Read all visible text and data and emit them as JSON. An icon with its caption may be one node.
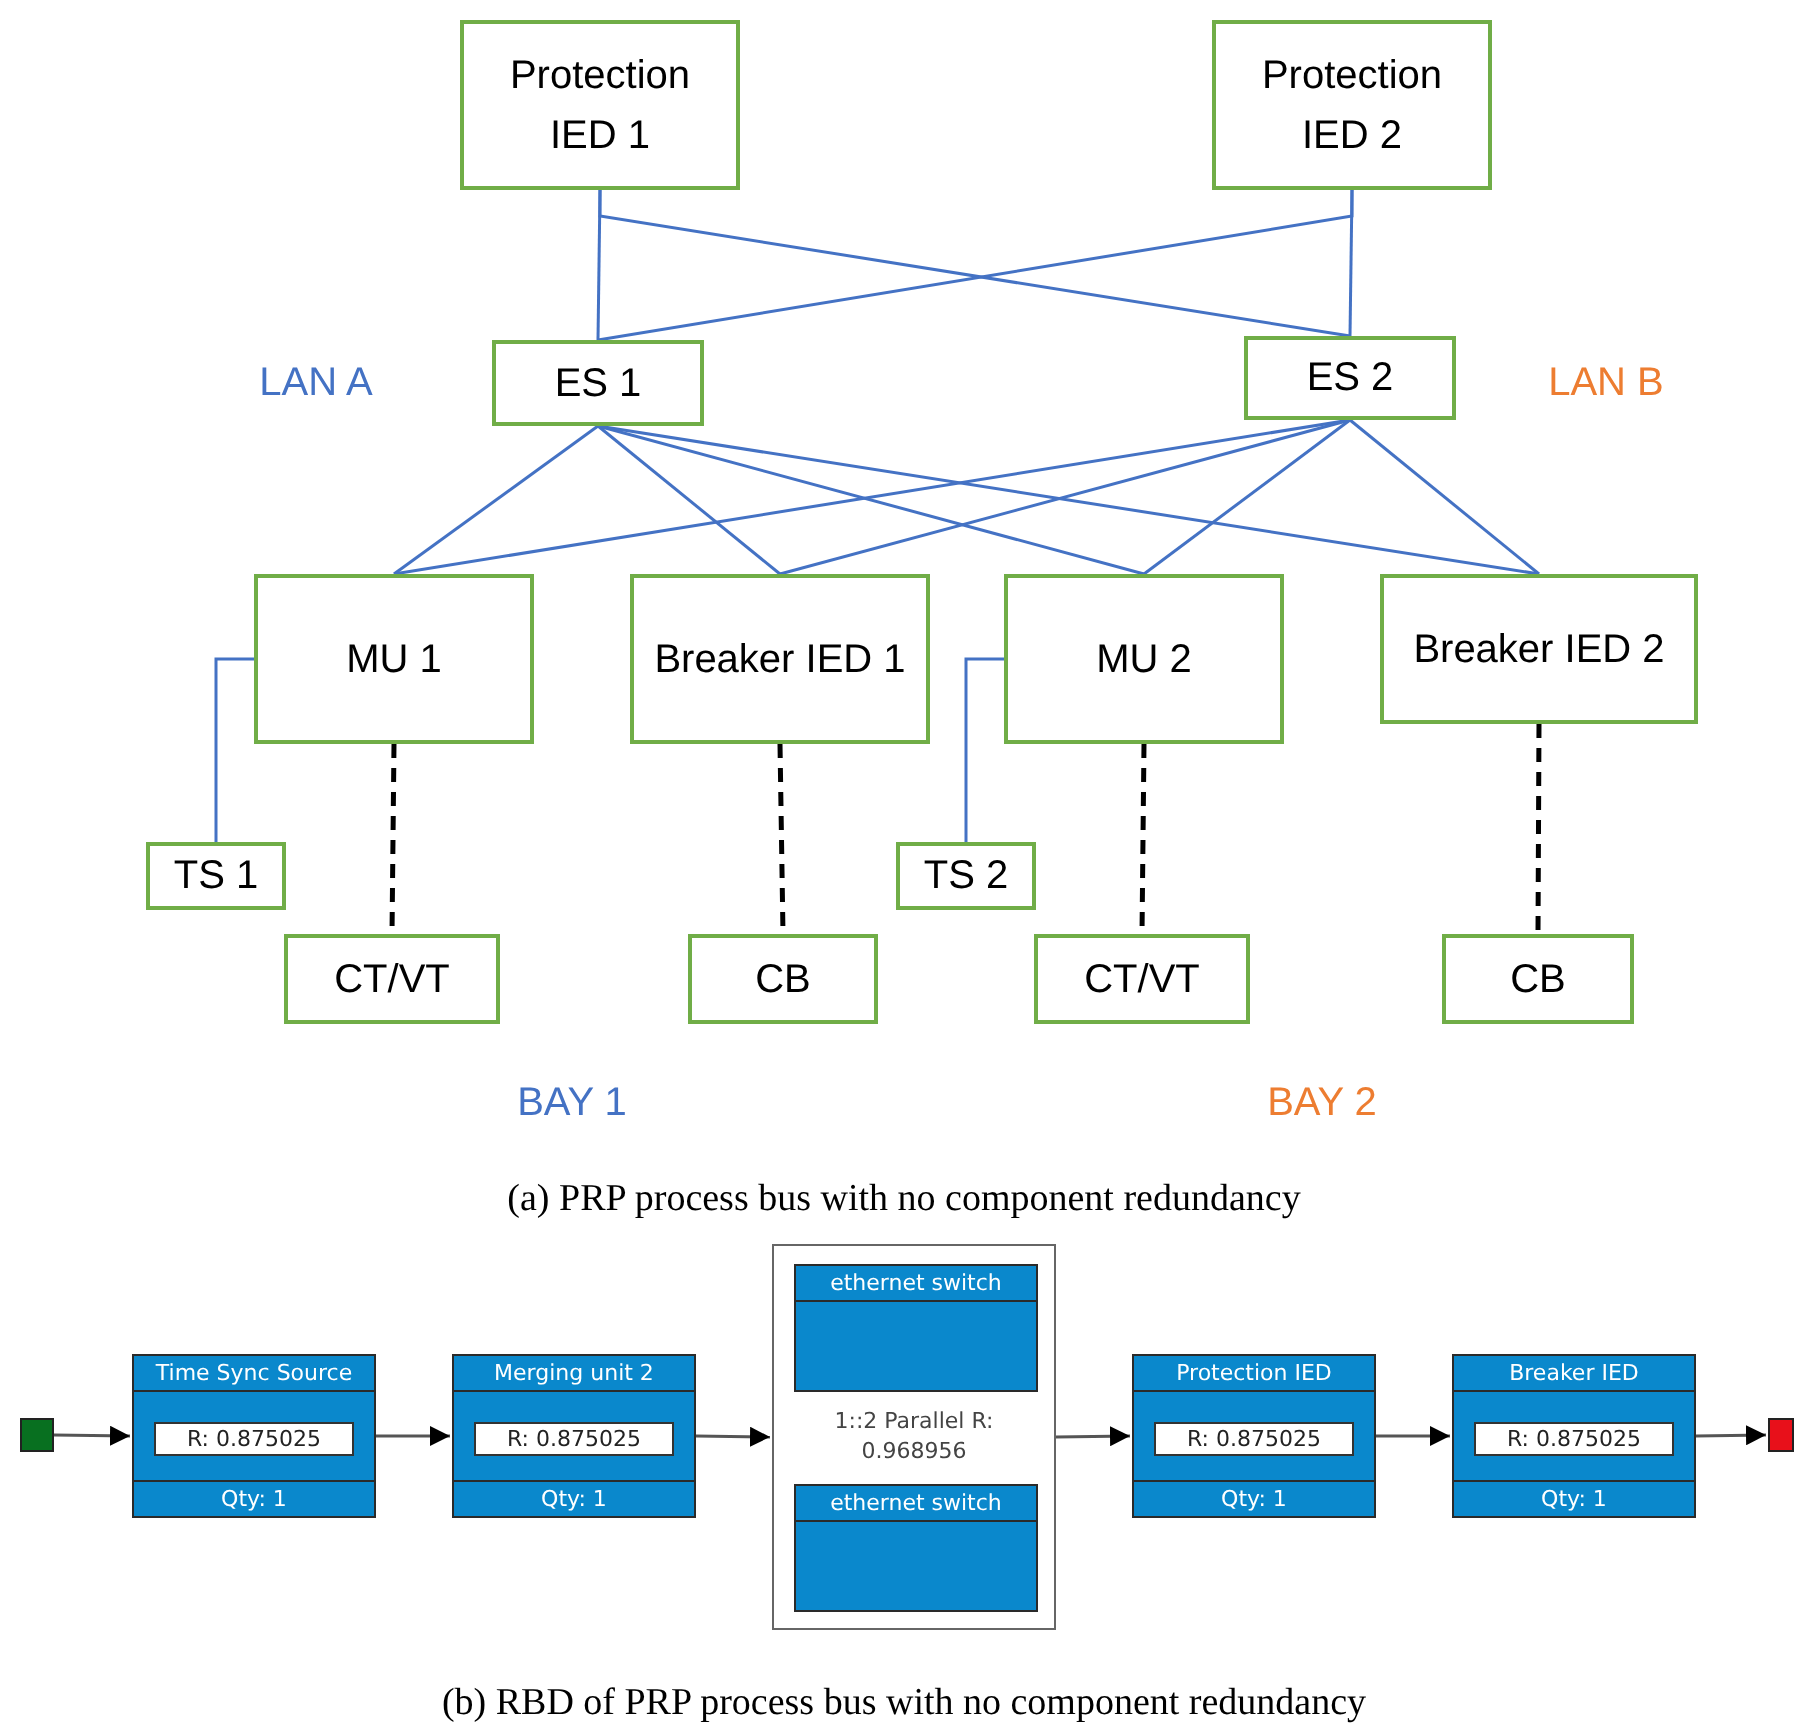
{
  "diagram": {
    "nodes": [
      {
        "text": [
          "Protection IED 1"
        ]
      },
      {
        "text": [
          "Protection IED 2"
        ]
      },
      {
        "text": [
          "ES 1"
        ]
      },
      {
        "text": [
          "ES 2"
        ]
      },
      {
        "text": [
          "MU 1"
        ]
      },
      {
        "text": [
          "Breaker IED 1"
        ]
      },
      {
        "text": [
          "MU 2"
        ]
      },
      {
        "text": [
          "Breaker IED 2"
        ]
      },
      {
        "text": [
          "TS 1"
        ]
      },
      {
        "text": [
          "CT/VT"
        ]
      },
      {
        "text": [
          "CB"
        ]
      },
      {
        "text": [
          "TS 2"
        ]
      },
      {
        "text": [
          "CT/VT"
        ]
      },
      {
        "text": [
          "CB"
        ]
      },
      {
        "text": [],
        "shape": "box"
      },
      {
        "text": [
          "Time Sync Source",
          "R: 0.875025",
          "Qty: 1"
        ]
      },
      {
        "text": [
          "Merging unit 2",
          "R: 0.875025",
          "Qty: 1"
        ]
      },
      {
        "text": [
          "1::2 Parallel R: 0.968956"
        ]
      },
      {
        "text": [
          "ethernet switch"
        ],
        "in": 17
      },
      {
        "text": [
          "ethernet switch"
        ],
        "in": 17
      },
      {
        "text": [
          "Protection IED",
          "R: 0.875025",
          "Qty: 1"
        ]
      },
      {
        "text": [
          "Breaker IED",
          "R: 0.875025",
          "Qty: 1"
        ]
      },
      {
        "text": [],
        "shape": "box"
      }
    ],
    "edges": [
      {
        "from": 0,
        "to": 2,
        "arrow": "none"
      },
      {
        "from": 0,
        "to": 3,
        "arrow": "none"
      },
      {
        "from": 1,
        "to": 2,
        "arrow": "none"
      },
      {
        "from": 1,
        "to": 3,
        "arrow": "none"
      },
      {
        "from": 2,
        "to": 4,
        "arrow": "none"
      },
      {
        "from": 2,
        "to": 5,
        "arrow": "none"
      },
      {
        "from": 2,
        "to": 6,
        "arrow": "none"
      },
      {
        "from": 2,
        "to": 7,
        "arrow": "none"
      },
      {
        "from": 3,
        "to": 4,
        "arrow": "none"
      },
      {
        "from": 3,
        "to": 5,
        "arrow": "none"
      },
      {
        "from": 3,
        "to": 6,
        "arrow": "none"
      },
      {
        "from": 3,
        "to": 7,
        "arrow": "none"
      },
      {
        "from": 4,
        "to": 8,
        "arrow": "none"
      },
      {
        "from": 6,
        "to": 11,
        "arrow": "none"
      },
      {
        "from": 4,
        "to": 9,
        "arrow": "none",
        "style": "dashed",
        "color": "#000000"
      },
      {
        "from": 5,
        "to": 10,
        "arrow": "none",
        "style": "dashed",
        "color": "#000000"
      },
      {
        "from": 6,
        "to": 12,
        "arrow": "none",
        "style": "dashed",
        "color": "#000000"
      },
      {
        "from": 7,
        "to": 13,
        "arrow": "none",
        "style": "dashed",
        "color": "#000000"
      },
      {
        "from": 14,
        "to": 15,
        "arrow": "to",
        "color": "#555555"
      },
      {
        "from": 15,
        "to": 16,
        "arrow": "to",
        "color": "#555555"
      },
      {
        "from": 16,
        "to": 17,
        "arrow": "to",
        "color": "#555555"
      },
      {
        "from": 17,
        "to": 20,
        "arrow": "to",
        "color": "#555555"
      },
      {
        "from": 20,
        "to": 21,
        "arrow": "to",
        "color": "#555555"
      },
      {
        "from": 21,
        "to": 22,
        "arrow": "to",
        "color": "#555555"
      }
    ],
    "labels": [
      "LAN A",
      "LAN B",
      "BAY 1",
      "BAY 2",
      "(a) PRP process bus with no component redundancy",
      "(b) RBD of PRP process bus with no component redundancy"
    ]
  }
}
